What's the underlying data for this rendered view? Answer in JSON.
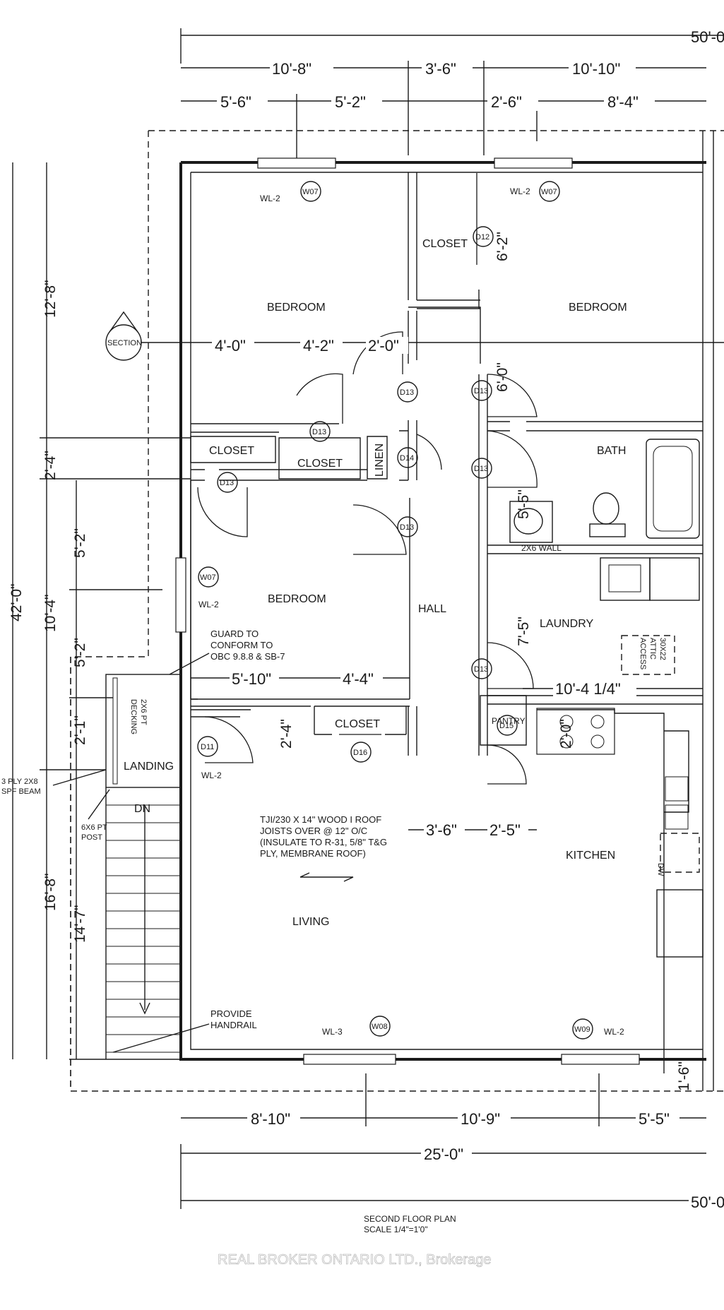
{
  "dimensions": {
    "overall_top": "50'-0",
    "top_row1": [
      "10'-8\"",
      "3'-6\"",
      "10'-10\""
    ],
    "top_row2": [
      "5'-6\"",
      "5'-2\"",
      "2'-6\"",
      "8'-4\""
    ],
    "left_overall": "42'-0\"",
    "left_outer": [
      "12'-8\"",
      "2'-4\"",
      "10'-4\"",
      "16'-8\""
    ],
    "left_inner": [
      "5'-2\"",
      "5'-2\"",
      "2'-1\"",
      "14'-7\""
    ],
    "bedroom_row": [
      "4'-0\"",
      "4'-2\"",
      "2'-0\""
    ],
    "bed1_vert": "6'-2\"",
    "hall_vert": "6'-0\"",
    "bath_vert": "5'-5\"",
    "laundry_vert": "7'-5\"",
    "laundry_width": "10'-4 1/4\"",
    "bedroom3_row": [
      "5'-10\"",
      "4'-4\""
    ],
    "closet_vert": "2'-4\"",
    "pantry_vert": "2'-0\"",
    "hall_bottom": [
      "3'-6\"",
      "2'-5\""
    ],
    "right_small": "1'-6\"",
    "bottom_row": [
      "8'-10\"",
      "10'-9\"",
      "5'-5\""
    ],
    "bottom_total": "25'-0\"",
    "overall_bottom": "50'-0"
  },
  "rooms": {
    "bedroom_left": "BEDROOM",
    "bedroom_right": "BEDROOM",
    "bedroom_mid": "BEDROOM",
    "closet_a": "CLOSET",
    "closet_b": "CLOSET",
    "closet_c": "CLOSET",
    "closet_d": "CLOSET",
    "linen": "LINEN",
    "bath": "BATH",
    "laundry": "LAUNDRY",
    "hall": "HALL",
    "pantry": "PANTRY",
    "kitchen": "KITCHEN",
    "living": "LIVING",
    "landing": "LANDING",
    "dn": "DN",
    "section": "SECTION",
    "dw": "DW"
  },
  "tags": {
    "w07a": "W07",
    "w07b": "W07",
    "w07c": "W07",
    "w08": "W08",
    "w09": "W09",
    "d11": "D11",
    "d12": "D12",
    "d13a": "D13",
    "d13b": "D13",
    "d13c": "D13",
    "d13d": "D13",
    "d13e": "D13",
    "d13f": "D13",
    "d13g": "D13",
    "d14": "D14",
    "d15": "D15",
    "d16": "D16",
    "wl2a": "WL-2",
    "wl2b": "WL-2",
    "wl2c": "WL-2",
    "wl2d": "WL-2",
    "wl2e": "WL-2",
    "wl3": "WL-3"
  },
  "notes": {
    "wall_2x6": "2X6 WALL",
    "attic": [
      "30X22",
      "ATTIC",
      "ACCESS"
    ],
    "guard": [
      "GUARD TO",
      "CONFORM TO",
      "OBC 9.8.8 & SB-7"
    ],
    "decking": [
      "2X6 PT",
      "DECKING"
    ],
    "beam": [
      "3 PLY 2X8",
      "SPF BEAM"
    ],
    "post": [
      "6X6 PT",
      "POST"
    ],
    "joists": [
      "TJI/230 X 14\" WOOD I ROOF",
      "JOISTS OVER @ 12\" O/C",
      "(INSULATE TO R-31, 5/8\" T&G",
      "PLY, MEMBRANE ROOF)"
    ],
    "handrail": [
      "PROVIDE",
      "HANDRAIL"
    ]
  },
  "title_block": {
    "title": "SECOND FLOOR PLAN",
    "scale": "SCALE 1/4\"=1'0\""
  },
  "watermark": "REAL BROKER ONTARIO LTD., Brokerage"
}
